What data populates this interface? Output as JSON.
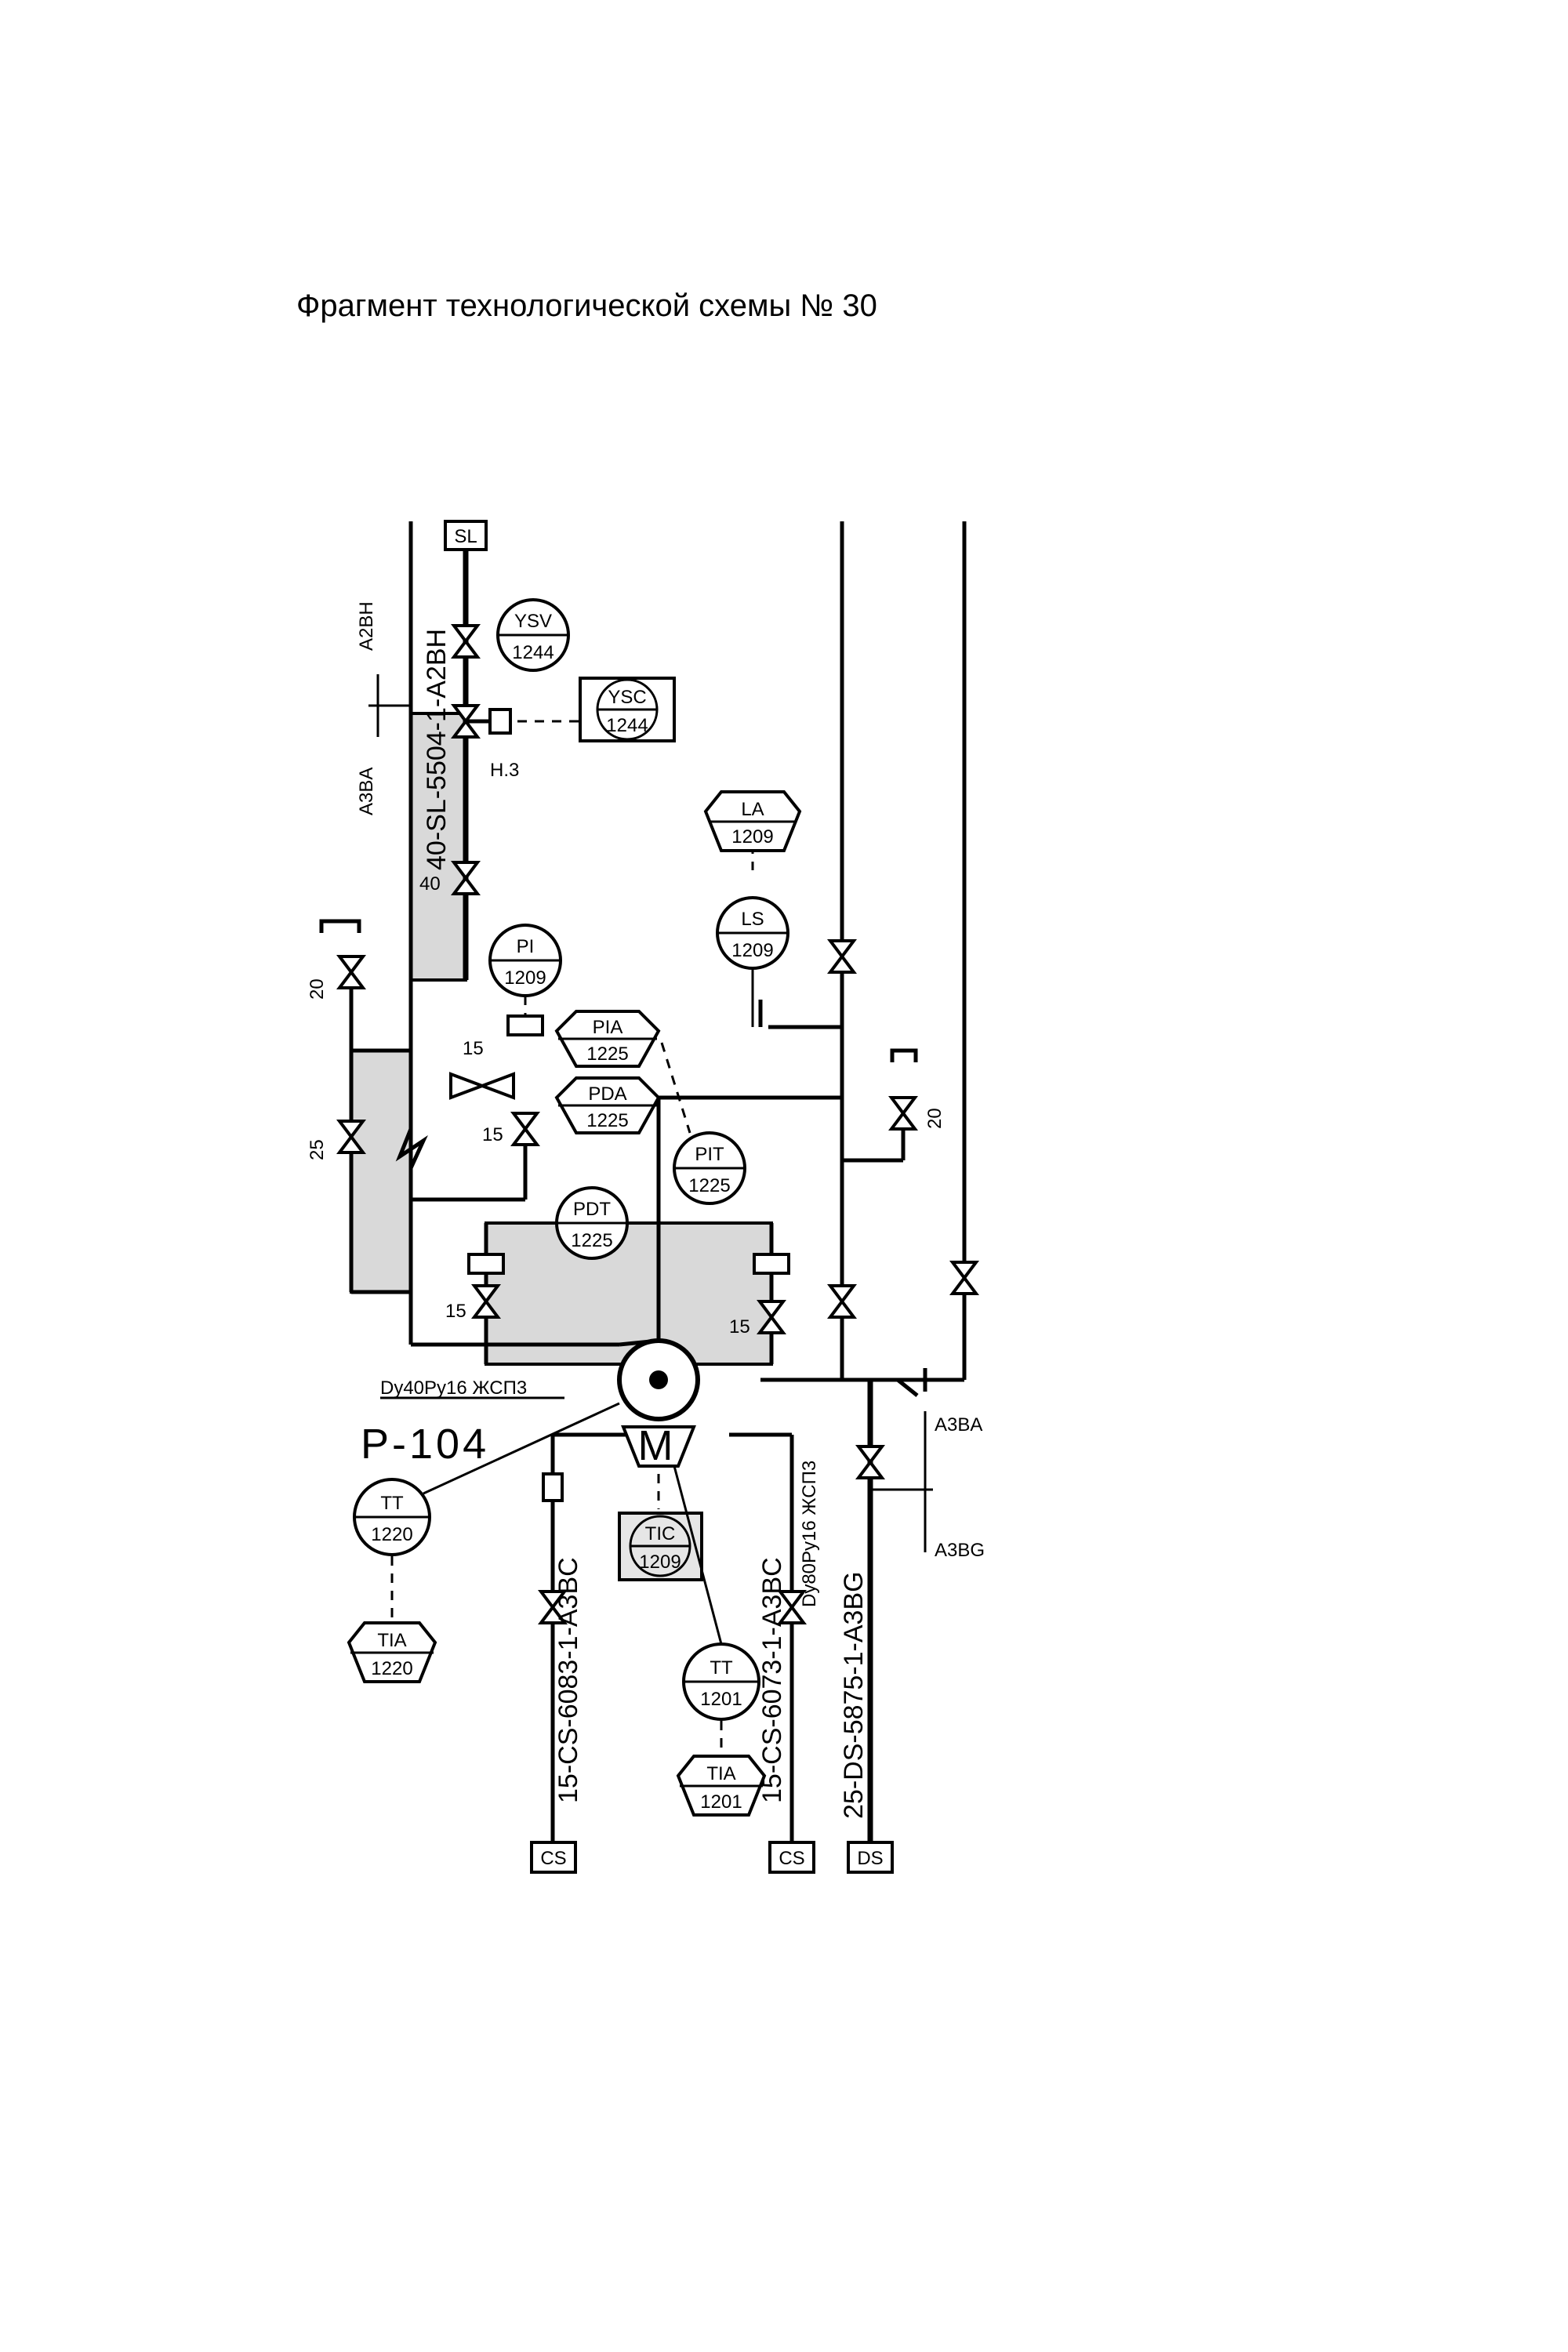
{
  "title": "Фрагмент технологической схемы № 30",
  "equipment": {
    "pump": "P-104",
    "motor": "M"
  },
  "instruments": [
    {
      "id": "ysv",
      "top": "YSV",
      "bottom": "1244"
    },
    {
      "id": "ysc",
      "top": "YSC",
      "bottom": "1244"
    },
    {
      "id": "la",
      "top": "LA",
      "bottom": "1209"
    },
    {
      "id": "ls",
      "top": "LS",
      "bottom": "1209"
    },
    {
      "id": "pi",
      "top": "PI",
      "bottom": "1209"
    },
    {
      "id": "pia",
      "top": "PIA",
      "bottom": "1225"
    },
    {
      "id": "pda",
      "top": "PDA",
      "bottom": "1225"
    },
    {
      "id": "pit",
      "top": "PIT",
      "bottom": "1225"
    },
    {
      "id": "pdt",
      "top": "PDT",
      "bottom": "1225"
    },
    {
      "id": "tt1220",
      "top": "TT",
      "bottom": "1220"
    },
    {
      "id": "tia1220",
      "top": "TIA",
      "bottom": "1220"
    },
    {
      "id": "tic",
      "top": "TIC",
      "bottom": "1209"
    },
    {
      "id": "tt1201",
      "top": "TT",
      "bottom": "1201"
    },
    {
      "id": "tia1201",
      "top": "TIA",
      "bottom": "1201"
    }
  ],
  "terminals": {
    "sl": "SL",
    "cs1": "CS",
    "cs2": "CS",
    "ds": "DS"
  },
  "lines": {
    "sl": "40-SL-5504-1-A2BH",
    "cs1": "15-CS-6083-1-A3BC",
    "cs2": "15-CS-6073-1-A3BC",
    "ds": "25-DS-5875-1-A3BG"
  },
  "specs": {
    "a2bh": "A2BH",
    "a3ba": "A3BA",
    "a3ba_right": "A3BA",
    "a3bg": "A3BG",
    "h3": "H.3",
    "dn40": "40",
    "dn20_left": "20",
    "dn25": "25",
    "dn15_mid": "15",
    "dn15_mid2": "15",
    "dn15_left": "15",
    "dn15_right": "15",
    "dn20_right": "20",
    "suction": "Dy40Py16 ЖСП3",
    "discharge": "Dy80Py16 ЖСП3"
  }
}
